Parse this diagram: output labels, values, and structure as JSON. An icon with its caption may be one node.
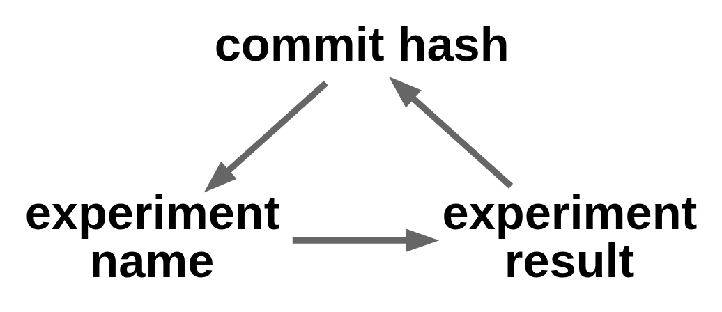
{
  "diagram": {
    "nodes": [
      {
        "text": [
          "commit hash"
        ]
      },
      {
        "text": [
          "experiment result"
        ]
      },
      {
        "text": [
          "experiment name"
        ]
      }
    ],
    "edges": [
      {
        "from": 0,
        "to": 2,
        "arrow": "to"
      },
      {
        "from": 2,
        "to": 1,
        "arrow": "to"
      },
      {
        "from": 1,
        "to": 0,
        "arrow": "to"
      }
    ]
  }
}
